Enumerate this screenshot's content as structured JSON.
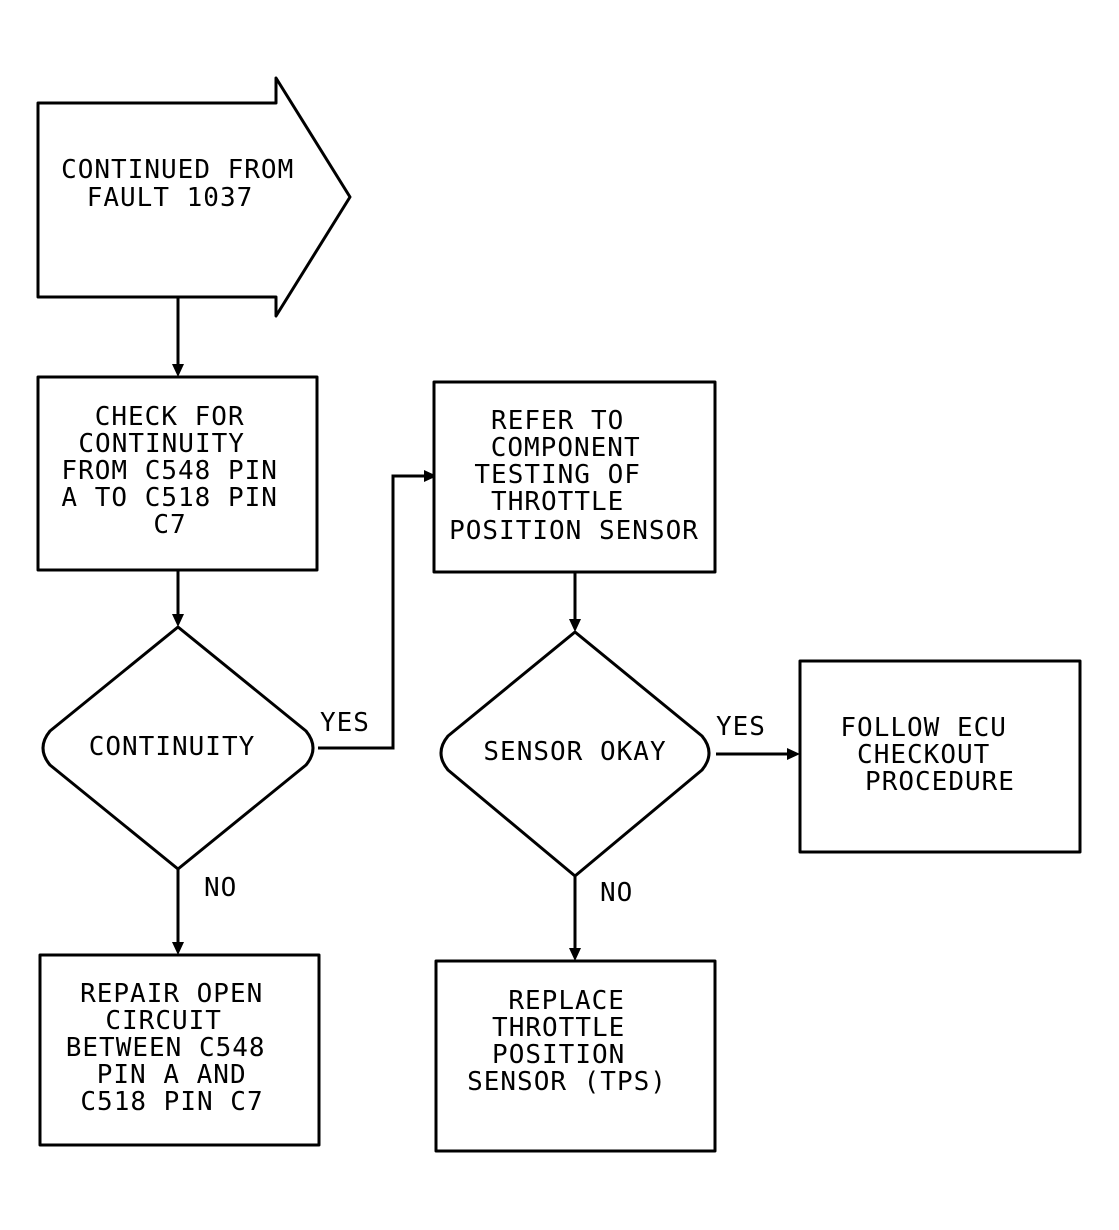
{
  "flowchart": {
    "start": {
      "lines": [
        "CONTINUED FROM",
        "FAULT 1037"
      ]
    },
    "check_continuity": {
      "lines": [
        "CHECK FOR",
        "CONTINUITY",
        "FROM C548 PIN",
        "A TO C518 PIN",
        "C7"
      ]
    },
    "decision_continuity": {
      "lines": [
        "CONTINUITY"
      ]
    },
    "repair_open_circuit": {
      "lines": [
        "REPAIR OPEN",
        "CIRCUIT",
        "BETWEEN C548",
        "PIN A AND",
        "C518 PIN C7"
      ]
    },
    "refer_component_testing": {
      "lines": [
        "REFER TO",
        "COMPONENT",
        "TESTING OF",
        "THROTTLE",
        "POSITION SENSOR"
      ]
    },
    "decision_sensor_okay": {
      "lines": [
        "SENSOR OKAY"
      ]
    },
    "follow_ecu_checkout": {
      "lines": [
        "FOLLOW ECU",
        "CHECKOUT",
        "PROCEDURE"
      ]
    },
    "replace_tps": {
      "lines": [
        "REPLACE",
        "THROTTLE",
        "POSITION",
        "SENSOR (TPS)"
      ]
    },
    "branch_labels": {
      "continuity_yes": "YES",
      "continuity_no": "NO",
      "sensor_yes": "YES",
      "sensor_no": "NO"
    }
  }
}
